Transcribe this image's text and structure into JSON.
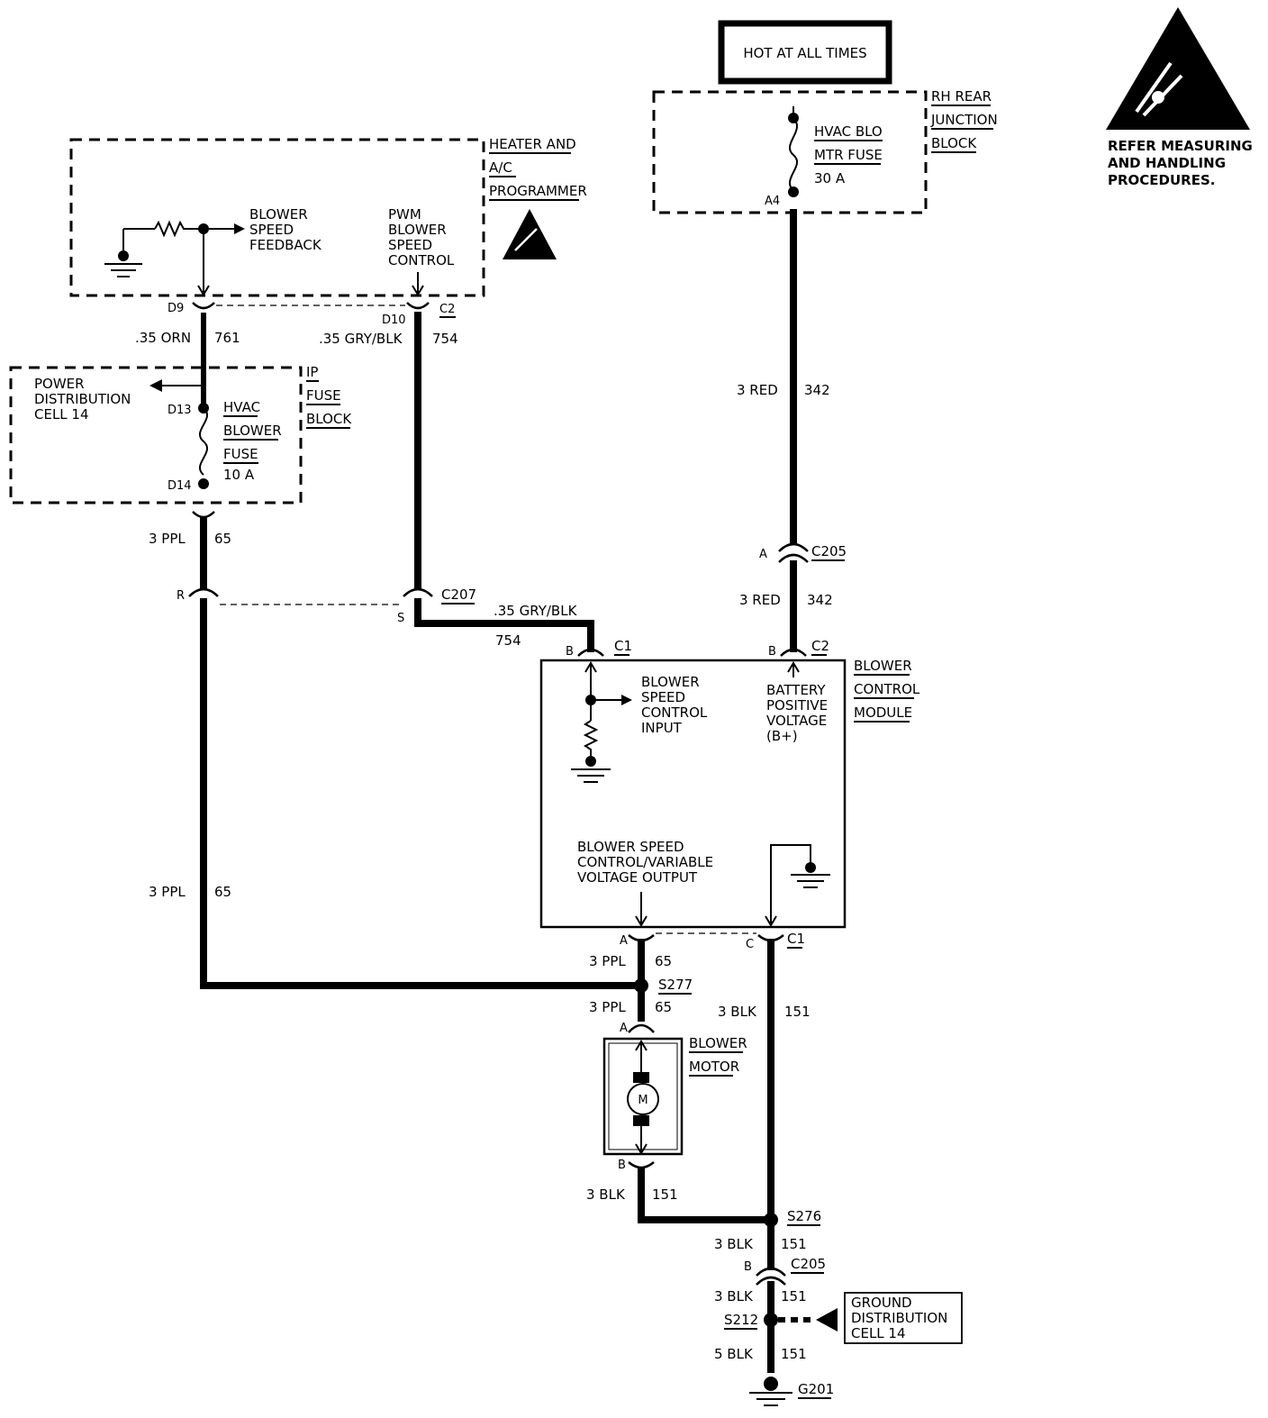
{
  "hot_box": "HOT AT ALL TIMES",
  "esd_note": [
    "REFER MEASURING",
    "AND HANDLING",
    "PROCEDURES."
  ],
  "rh_rear_junction": {
    "label": [
      "RH REAR",
      "JUNCTION",
      "BLOCK"
    ],
    "fuse": [
      "HVAC BLO",
      "MTR FUSE",
      "30 A"
    ],
    "terminal": "A4"
  },
  "heater_ac_programmer": {
    "label": [
      "HEATER AND",
      "A/C",
      "PROGRAMMER"
    ],
    "feedback": [
      "BLOWER",
      "SPEED",
      "FEEDBACK"
    ],
    "pwm": [
      "PWM",
      "BLOWER",
      "SPEED",
      "CONTROL"
    ],
    "pin_d9": "D9",
    "pin_d10": "D10",
    "conn_c2": "C2"
  },
  "ip_fuse_block": {
    "label": [
      "IP",
      "FUSE",
      "BLOCK"
    ],
    "power_dist": [
      "POWER",
      "DISTRIBUTION",
      "CELL 14"
    ],
    "fuse": [
      "HVAC",
      "BLOWER",
      "FUSE",
      "10 A"
    ],
    "pin_d13": "D13",
    "pin_d14": "D14"
  },
  "wires": {
    "w761_color": ".35 ORN",
    "w761_num": "761",
    "w754_color": ".35 GRY/BLK",
    "w754_num": "754",
    "w342_color": "3 RED",
    "w342_num": "342",
    "w65_color": "3 PPL",
    "w65_num": "65",
    "w151_color": "3 BLK",
    "w151_num": "151",
    "w151g_color": "5 BLK"
  },
  "connectors": {
    "c205": "C205",
    "c207": "C207",
    "c1": "C1",
    "c2": "C2",
    "pin_a": "A",
    "pin_b": "B",
    "pin_c": "C",
    "pin_r": "R",
    "pin_s": "S"
  },
  "blower_control_module": {
    "label": [
      "BLOWER",
      "CONTROL",
      "MODULE"
    ],
    "input": [
      "BLOWER",
      "SPEED",
      "CONTROL",
      "INPUT"
    ],
    "battery": [
      "BATTERY",
      "POSITIVE",
      "VOLTAGE",
      "(B+)"
    ],
    "output": [
      "BLOWER SPEED",
      "CONTROL/VARIABLE",
      "VOLTAGE OUTPUT"
    ]
  },
  "blower_motor": {
    "label": [
      "BLOWER",
      "MOTOR"
    ],
    "symbol": "M"
  },
  "splices": {
    "s277": "S277",
    "s276": "S276",
    "s212": "S212",
    "g201": "G201"
  },
  "ground_dist": [
    "GROUND",
    "DISTRIBUTION",
    "CELL 14"
  ]
}
